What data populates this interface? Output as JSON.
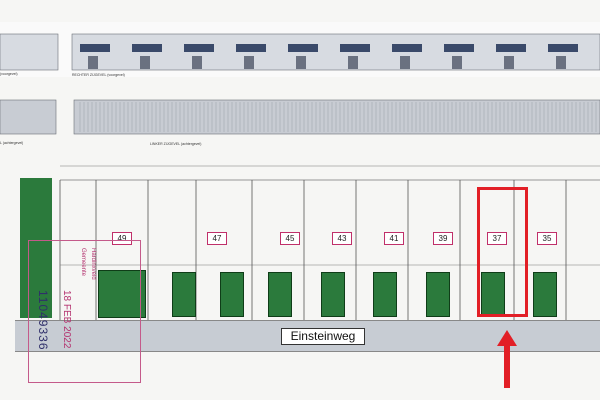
{
  "elevations": {
    "top_label": "RECHTER ZIJGEVEL (voorgevel)",
    "left_top_label": "(voorgevel)",
    "bottom_label": "LINKER ZIJGEVEL (achtergevel)",
    "left_bottom_label": "L (achtergevel)"
  },
  "units": [
    {
      "number": "49"
    },
    {
      "number": "47"
    },
    {
      "number": "45"
    },
    {
      "number": "43"
    },
    {
      "number": "41"
    },
    {
      "number": "39"
    },
    {
      "number": "37"
    },
    {
      "number": "35"
    }
  ],
  "street": {
    "name": "Einsteinweg"
  },
  "highlight": {
    "unit": "37",
    "color": "#e21f26"
  },
  "stamp": {
    "line1": "Gemeente",
    "line2": "Hardinxveld",
    "date": "18 FEB 2022",
    "number": "11049336"
  },
  "colors": {
    "door_green": "#2b7a3c",
    "facade_blue": "#3a4a6a",
    "stamp_pink": "#b4336f",
    "arrow_red": "#e21f26"
  }
}
